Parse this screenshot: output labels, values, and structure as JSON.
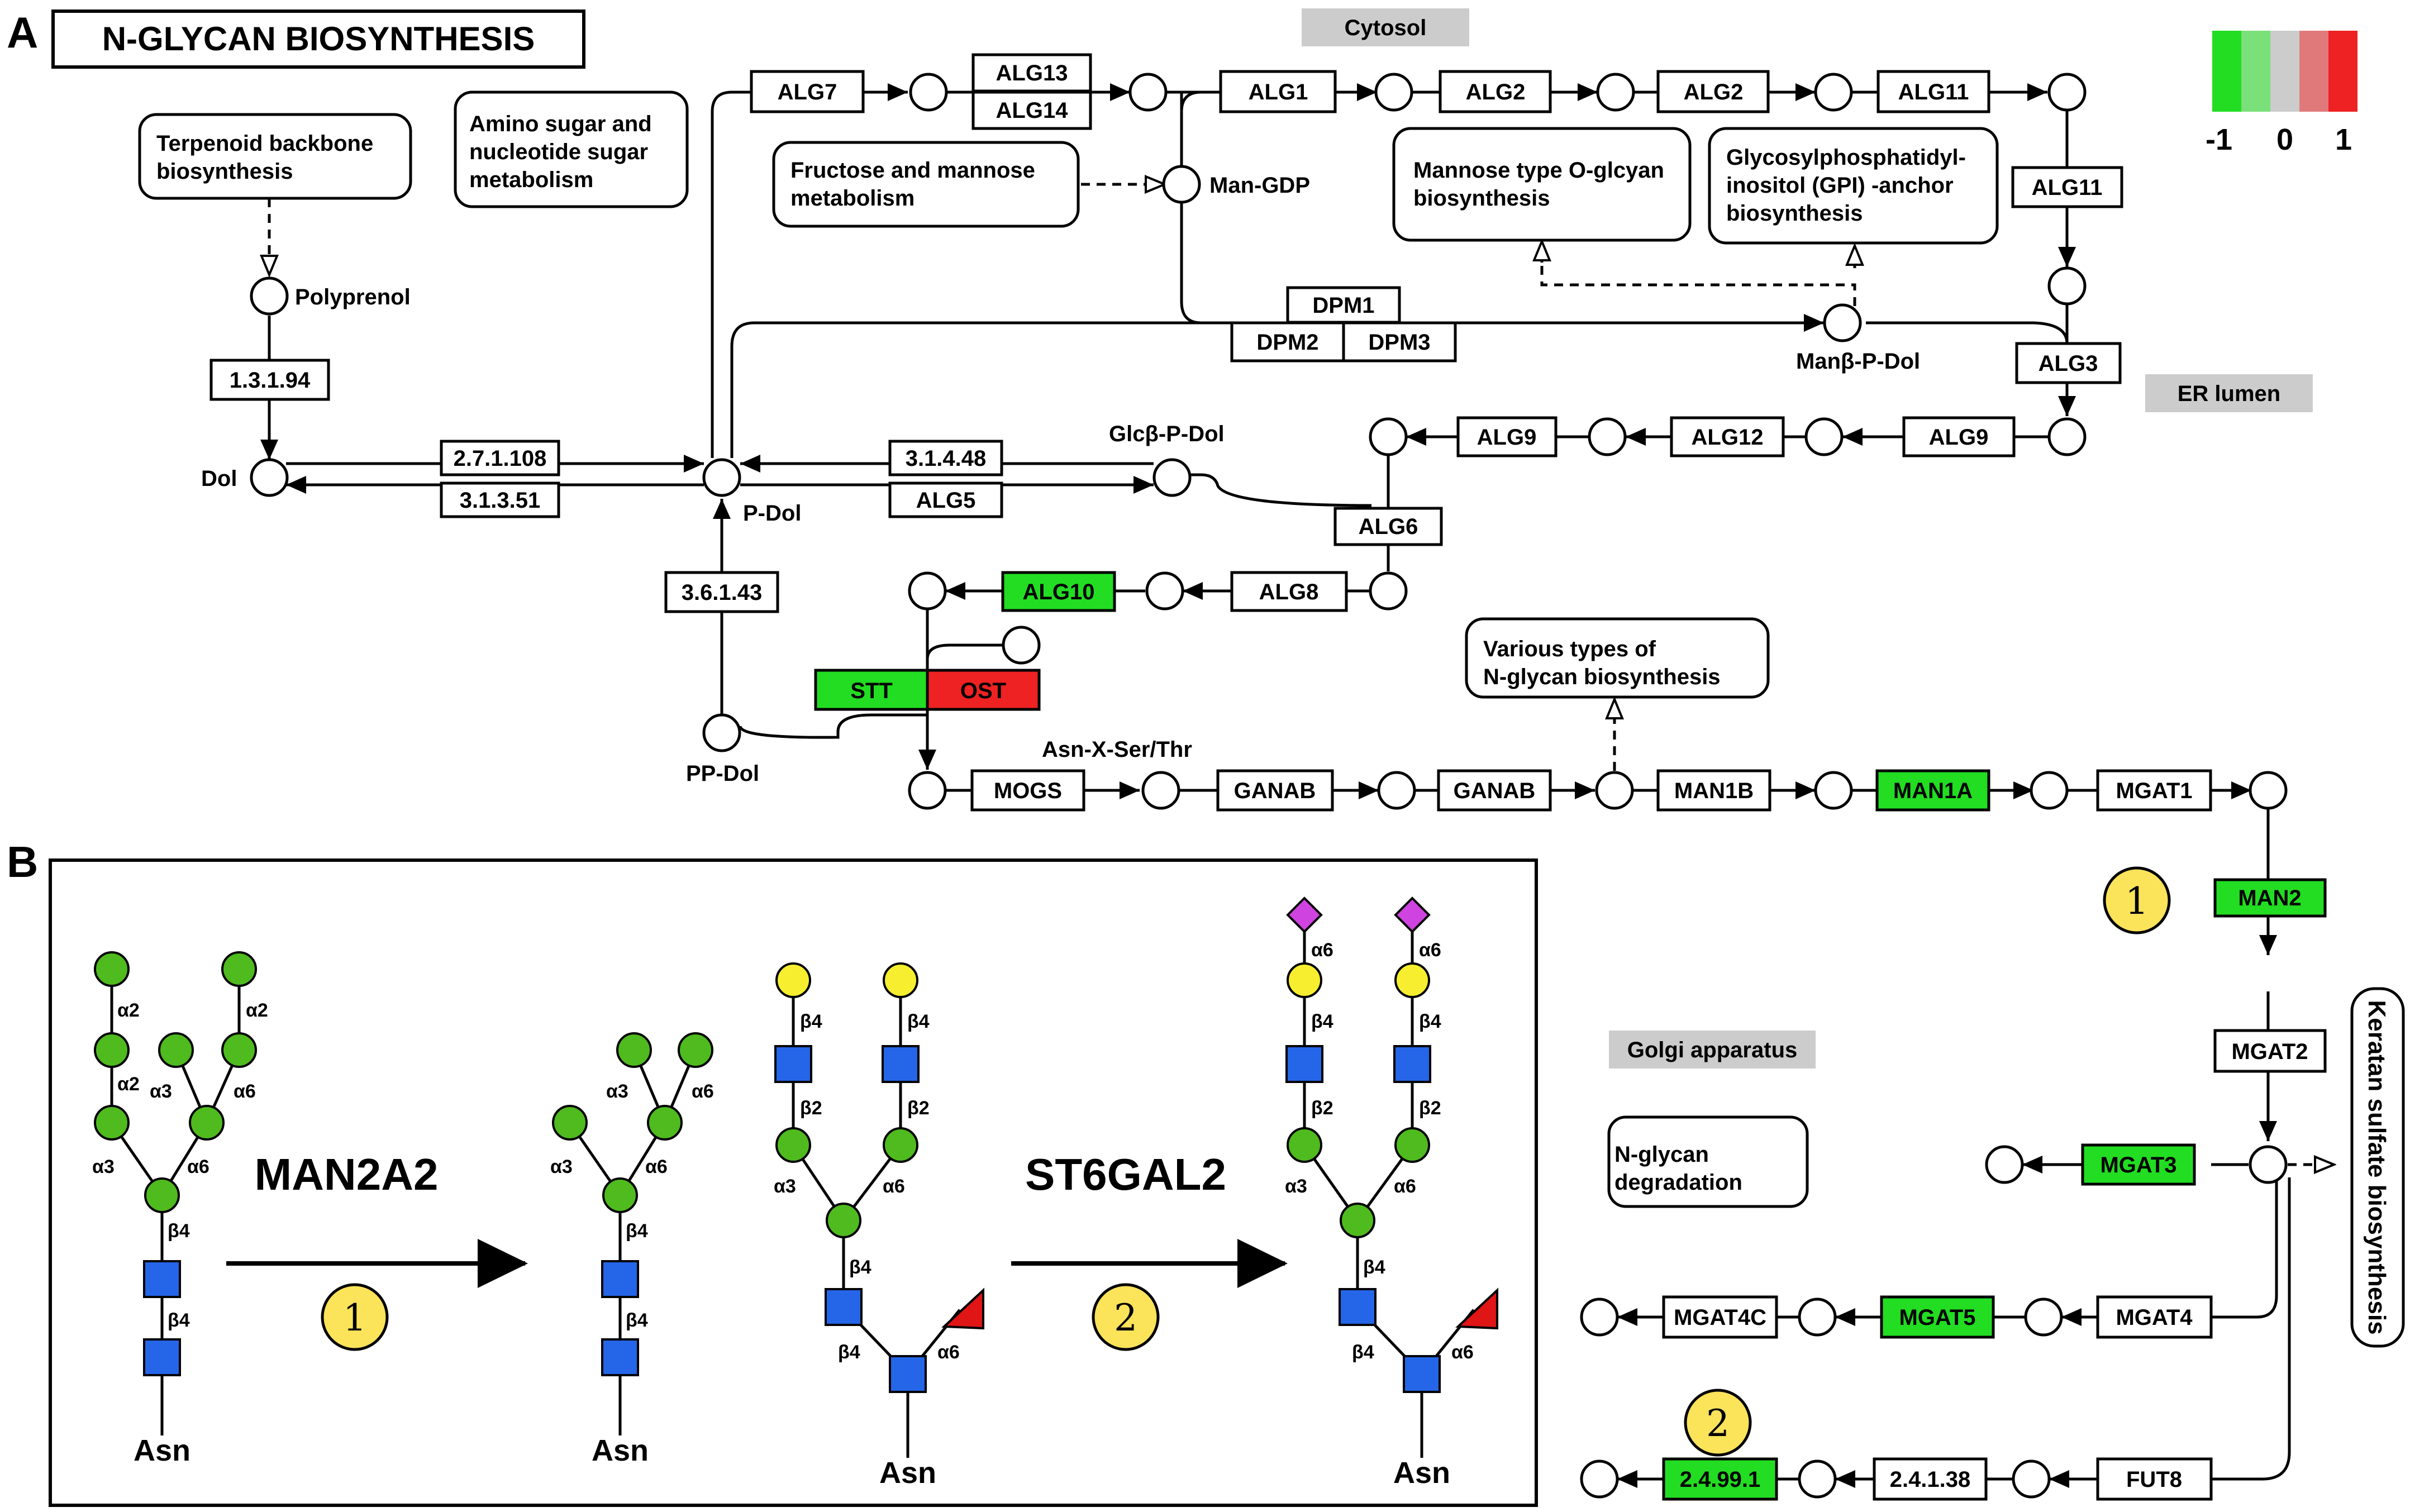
{
  "panel_labels": {
    "a": "A",
    "b": "B"
  },
  "title": "N-GLYCAN BIOSYNTHESIS",
  "compartments": {
    "cytosol": "Cytosol",
    "er_lumen": "ER lumen",
    "golgi": "Golgi apparatus"
  },
  "legend": {
    "min": "-1",
    "mid": "0",
    "max": "1",
    "colors": [
      "#22dd22",
      "#7ae07a",
      "#cccccc",
      "#e07a7a",
      "#ee2222"
    ]
  },
  "colors": {
    "down": "#22dd22",
    "up": "#ee2222",
    "badge": "#fbe35a"
  },
  "pathways": {
    "terpenoid": [
      "Terpenoid backbone",
      "biosynthesis"
    ],
    "amino_sugar": [
      "Amino sugar and",
      "nucleotide sugar",
      "metabolism"
    ],
    "fructose": [
      "Fructose and mannose",
      "metabolism"
    ],
    "mannose_o": [
      "Mannose type O-glcyan",
      "biosynthesis"
    ],
    "gpi": [
      "Glycosylphosphatidyl-",
      "inositol (GPI) -anchor",
      "biosynthesis"
    ],
    "various": [
      "Various types of",
      "N-glycan biosynthesis"
    ],
    "degradation": [
      "N-glycan",
      "degradation"
    ],
    "keratan": "Keratan sulfate biosynthesis"
  },
  "compounds": {
    "polyprenol": "Polyprenol",
    "dol": "Dol",
    "p_dol": "P-Dol",
    "pp_dol": "PP-Dol",
    "man_gdp": "Man-GDP",
    "glc_p_dol": "Glcβ-P-Dol",
    "man_p_dol": "Manβ-P-Dol",
    "asn_x": "Asn-X-Ser/Thr"
  },
  "enzymes": {
    "e1_3_1_94": "1.3.1.94",
    "e2_7_1_108": "2.7.1.108",
    "e3_1_3_51": "3.1.3.51",
    "e3_1_4_48": "3.1.4.48",
    "alg5": "ALG5",
    "e3_6_1_43": "3.6.1.43",
    "alg7": "ALG7",
    "alg13": "ALG13",
    "alg14": "ALG14",
    "alg1": "ALG1",
    "alg2a": "ALG2",
    "alg2b": "ALG2",
    "alg11a": "ALG11",
    "alg11b": "ALG11",
    "dpm1": "DPM1",
    "dpm2": "DPM2",
    "dpm3": "DPM3",
    "alg3": "ALG3",
    "alg9a": "ALG9",
    "alg12": "ALG12",
    "alg9b": "ALG9",
    "alg6": "ALG6",
    "alg8": "ALG8",
    "alg10": "ALG10",
    "stt": "STT",
    "ost": "OST",
    "mogs": "MOGS",
    "ganab1": "GANAB",
    "ganab2": "GANAB",
    "man1b": "MAN1B",
    "man1a": "MAN1A",
    "mgat1": "MGAT1",
    "man2": "MAN2",
    "mgat2": "MGAT2",
    "mgat3": "MGAT3",
    "mgat4": "MGAT4",
    "mgat5": "MGAT5",
    "mgat4c": "MGAT4C",
    "fut8": "FUT8",
    "e2_4_1_38": "2.4.1.38",
    "e2_4_99_1": "2.4.99.1"
  },
  "badges": {
    "one": "1",
    "two": "2"
  },
  "panel_b": {
    "enzyme_1": "MAN2A2",
    "enzyme_2": "ST6GAL2",
    "asn": "Asn",
    "links": {
      "a2": "α2",
      "a3": "α3",
      "a6": "α6",
      "b2": "β2",
      "b4": "β4"
    }
  }
}
